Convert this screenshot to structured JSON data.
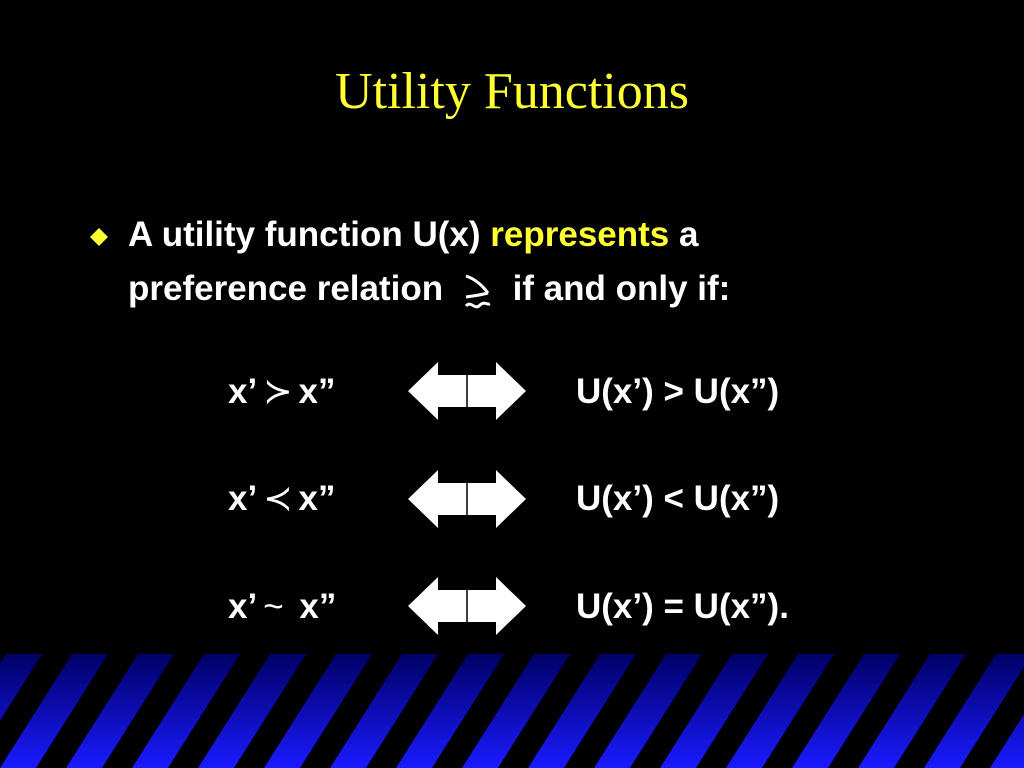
{
  "slide": {
    "title": "Utility Functions",
    "bullet": {
      "part1": "A utility function U(x) ",
      "highlight": "represents",
      "part2": " a",
      "line2_start": "preference relation ",
      "line2_end": " if and only if:"
    },
    "rows": [
      {
        "left_a": "x’",
        "symbol": "≻",
        "left_b": "x”",
        "right": "U(x’) > U(x”)"
      },
      {
        "left_a": "x’",
        "symbol": "≺",
        "left_b": "x”",
        "right": "U(x’) < U(x”)"
      },
      {
        "left_a": "x’",
        "symbol": "~",
        "left_b": " x”",
        "right": "U(x’) = U(x”)."
      }
    ],
    "colors": {
      "background": "#000000",
      "title": "#ffff33",
      "highlight": "#ffff33",
      "bullet_marker": "#ffff33",
      "text": "#ffffff",
      "stripe_light": "#1a1aff",
      "stripe_dark": "#000066"
    },
    "icons": {
      "bullet": "diamond-icon",
      "arrow": "double-headed-arrow-icon",
      "preference": "weak-preference-icon"
    }
  }
}
